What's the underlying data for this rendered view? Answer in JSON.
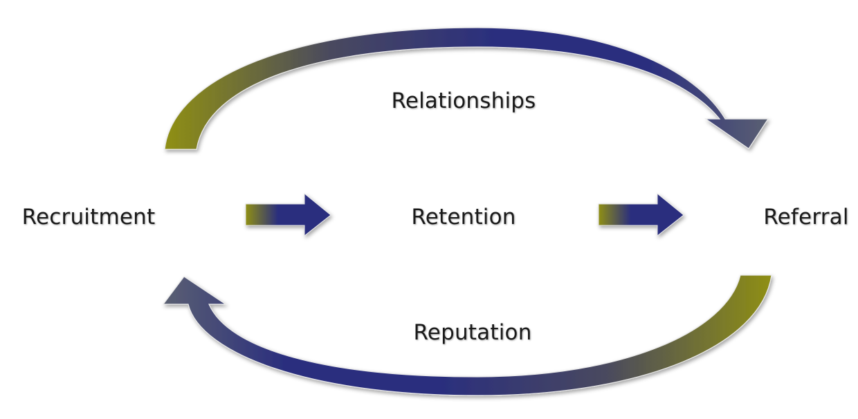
{
  "nodes": {
    "recruitment": "Recruitment",
    "retention": "Retention",
    "referral": "Referral"
  },
  "arcs": {
    "top": "Relationships",
    "bottom": "Reputation"
  },
  "colors": {
    "olive": "#8f8f14",
    "navy": "#2a2e7e",
    "slate": "#5a5f72"
  }
}
